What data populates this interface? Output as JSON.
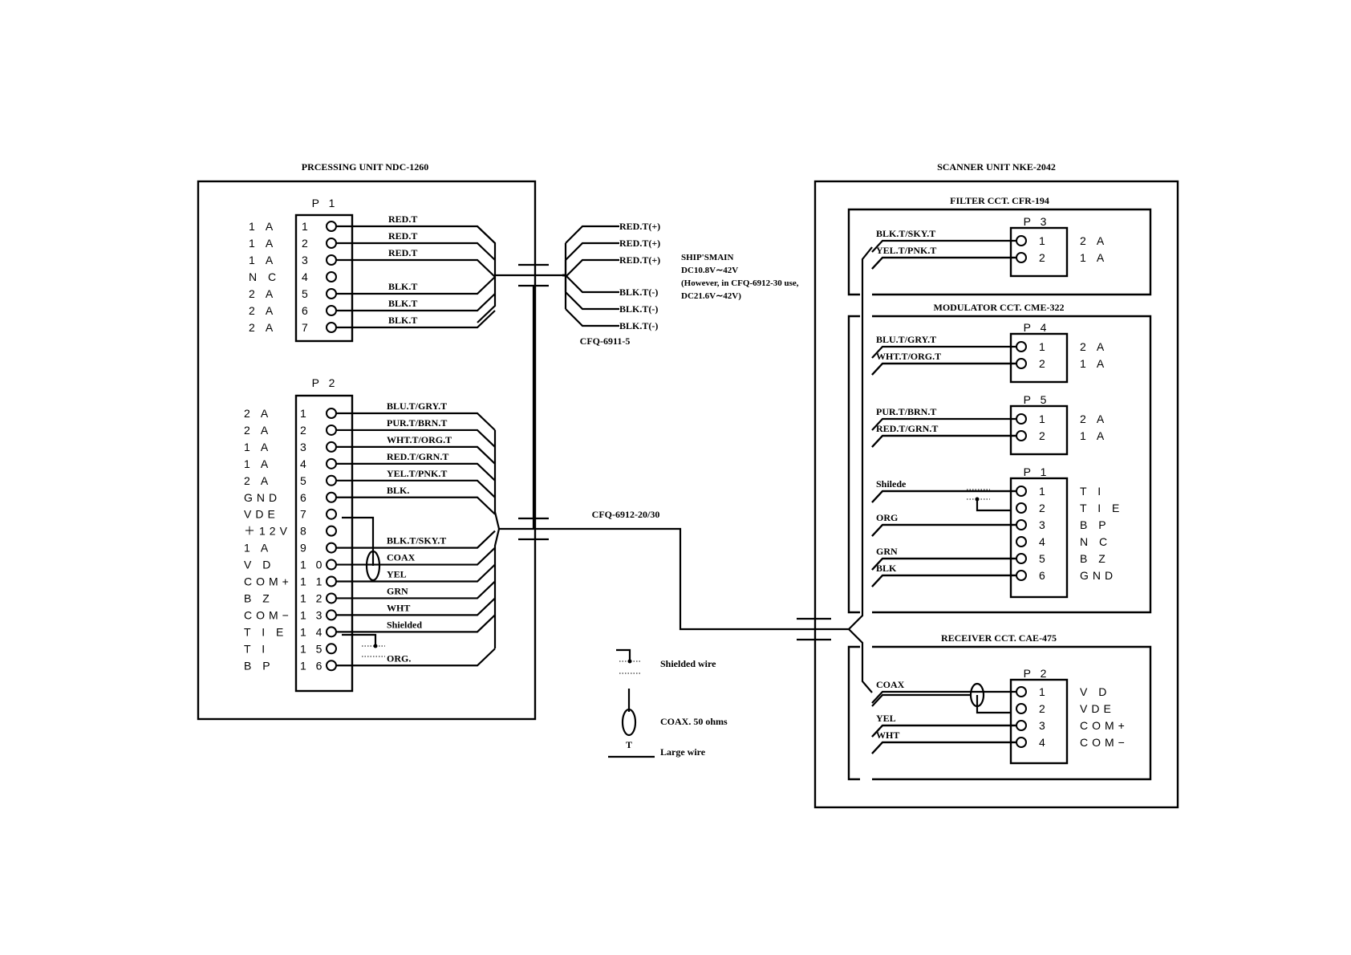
{
  "processing_unit": {
    "title": "PRCESSING UNIT  NDC-1260",
    "p1": {
      "name": "P 1",
      "pins": [
        {
          "signal": "1 A",
          "num": "1",
          "wire": "RED.T"
        },
        {
          "signal": "1 A",
          "num": "2",
          "wire": "RED.T"
        },
        {
          "signal": "1 A",
          "num": "3",
          "wire": "RED.T"
        },
        {
          "signal": "N C",
          "num": "4",
          "wire": ""
        },
        {
          "signal": "2 A",
          "num": "5",
          "wire": "BLK.T"
        },
        {
          "signal": "2 A",
          "num": "6",
          "wire": "BLK.T"
        },
        {
          "signal": "2 A",
          "num": "7",
          "wire": "BLK.T"
        }
      ]
    },
    "p2": {
      "name": "P 2",
      "pins": [
        {
          "signal": "2 A",
          "num": "1",
          "wire": "BLU.T/GRY.T"
        },
        {
          "signal": "2 A",
          "num": "2",
          "wire": "PUR.T/BRN.T"
        },
        {
          "signal": "1 A",
          "num": "3",
          "wire": "WHT.T/ORG.T"
        },
        {
          "signal": "1 A",
          "num": "4",
          "wire": "RED.T/GRN.T"
        },
        {
          "signal": "2 A",
          "num": "5",
          "wire": "YEL.T/PNK.T"
        },
        {
          "signal": "GND",
          "num": "6",
          "wire": "BLK."
        },
        {
          "signal": "VDE",
          "num": "7",
          "wire": ""
        },
        {
          "signal": "＋12V",
          "num": "8",
          "wire": ""
        },
        {
          "signal": "1 A",
          "num": "9",
          "wire": "BLK.T/SKY.T"
        },
        {
          "signal": "V D",
          "num": "1 0",
          "wire": "COAX"
        },
        {
          "signal": "COM+",
          "num": "1 1",
          "wire": "YEL"
        },
        {
          "signal": "B Z",
          "num": "1 2",
          "wire": "GRN"
        },
        {
          "signal": "COM−",
          "num": "1 3",
          "wire": "WHT"
        },
        {
          "signal": "T I E",
          "num": "1 4",
          "wire": "Shielded"
        },
        {
          "signal": "T I",
          "num": "1 5",
          "wire": ""
        },
        {
          "signal": "B P",
          "num": "1 6",
          "wire": "ORG."
        }
      ]
    }
  },
  "cable_power": {
    "name": "CFQ-6911-5",
    "wires": [
      "RED.T(+)",
      "RED.T(+)",
      "RED.T(+)",
      "BLK.T(-)",
      "BLK.T(-)",
      "BLK.T(-)"
    ],
    "note": [
      "SHIP'SMAIN",
      "DC10.8V∼42V",
      "(However, in CFQ-6912-30 use,",
      "DC21.6V∼42V)"
    ]
  },
  "cable_signal": {
    "name": "CFQ-6912-20/30"
  },
  "legend": {
    "shielded": "Shielded wire",
    "coax": "COAX.  50 ohms",
    "t": "T",
    "large": "Large wire"
  },
  "scanner_unit": {
    "title": "SCANNER UNIT  NKE-2042",
    "filter": {
      "title": "FILTER CCT. CFR-194",
      "connector": "P 3",
      "pins": [
        {
          "num": "1",
          "signal": "2 A",
          "wire": "BLK.T/SKY.T"
        },
        {
          "num": "2",
          "signal": "1 A",
          "wire": "YEL.T/PNK.T"
        }
      ]
    },
    "modulator": {
      "title": "MODULATOR CCT. CME-322",
      "p4": {
        "name": "P 4",
        "pins": [
          {
            "num": "1",
            "signal": "2 A",
            "wire": "BLU.T/GRY.T"
          },
          {
            "num": "2",
            "signal": "1 A",
            "wire": "WHT.T/ORG.T"
          }
        ]
      },
      "p5": {
        "name": "P 5",
        "pins": [
          {
            "num": "1",
            "signal": "2 A",
            "wire": "PUR.T/BRN.T"
          },
          {
            "num": "2",
            "signal": "1 A",
            "wire": "RED.T/GRN.T"
          }
        ]
      },
      "p1": {
        "name": "P 1",
        "pins": [
          {
            "num": "1",
            "signal": "T I",
            "wire": "Shilede"
          },
          {
            "num": "2",
            "signal": "T I E",
            "wire": ""
          },
          {
            "num": "3",
            "signal": "B P",
            "wire": "ORG"
          },
          {
            "num": "4",
            "signal": "N C",
            "wire": ""
          },
          {
            "num": "5",
            "signal": "B Z",
            "wire": "GRN"
          },
          {
            "num": "6",
            "signal": "GND",
            "wire": "BLK"
          }
        ]
      }
    },
    "receiver": {
      "title": "RECEIVER CCT. CAE-475",
      "connector": "P 2",
      "pins": [
        {
          "num": "1",
          "signal": "V D",
          "wire": "COAX"
        },
        {
          "num": "2",
          "signal": "VDE",
          "wire": ""
        },
        {
          "num": "3",
          "signal": "COM+",
          "wire": "YEL"
        },
        {
          "num": "4",
          "signal": "COM−",
          "wire": "WHT"
        }
      ]
    }
  }
}
